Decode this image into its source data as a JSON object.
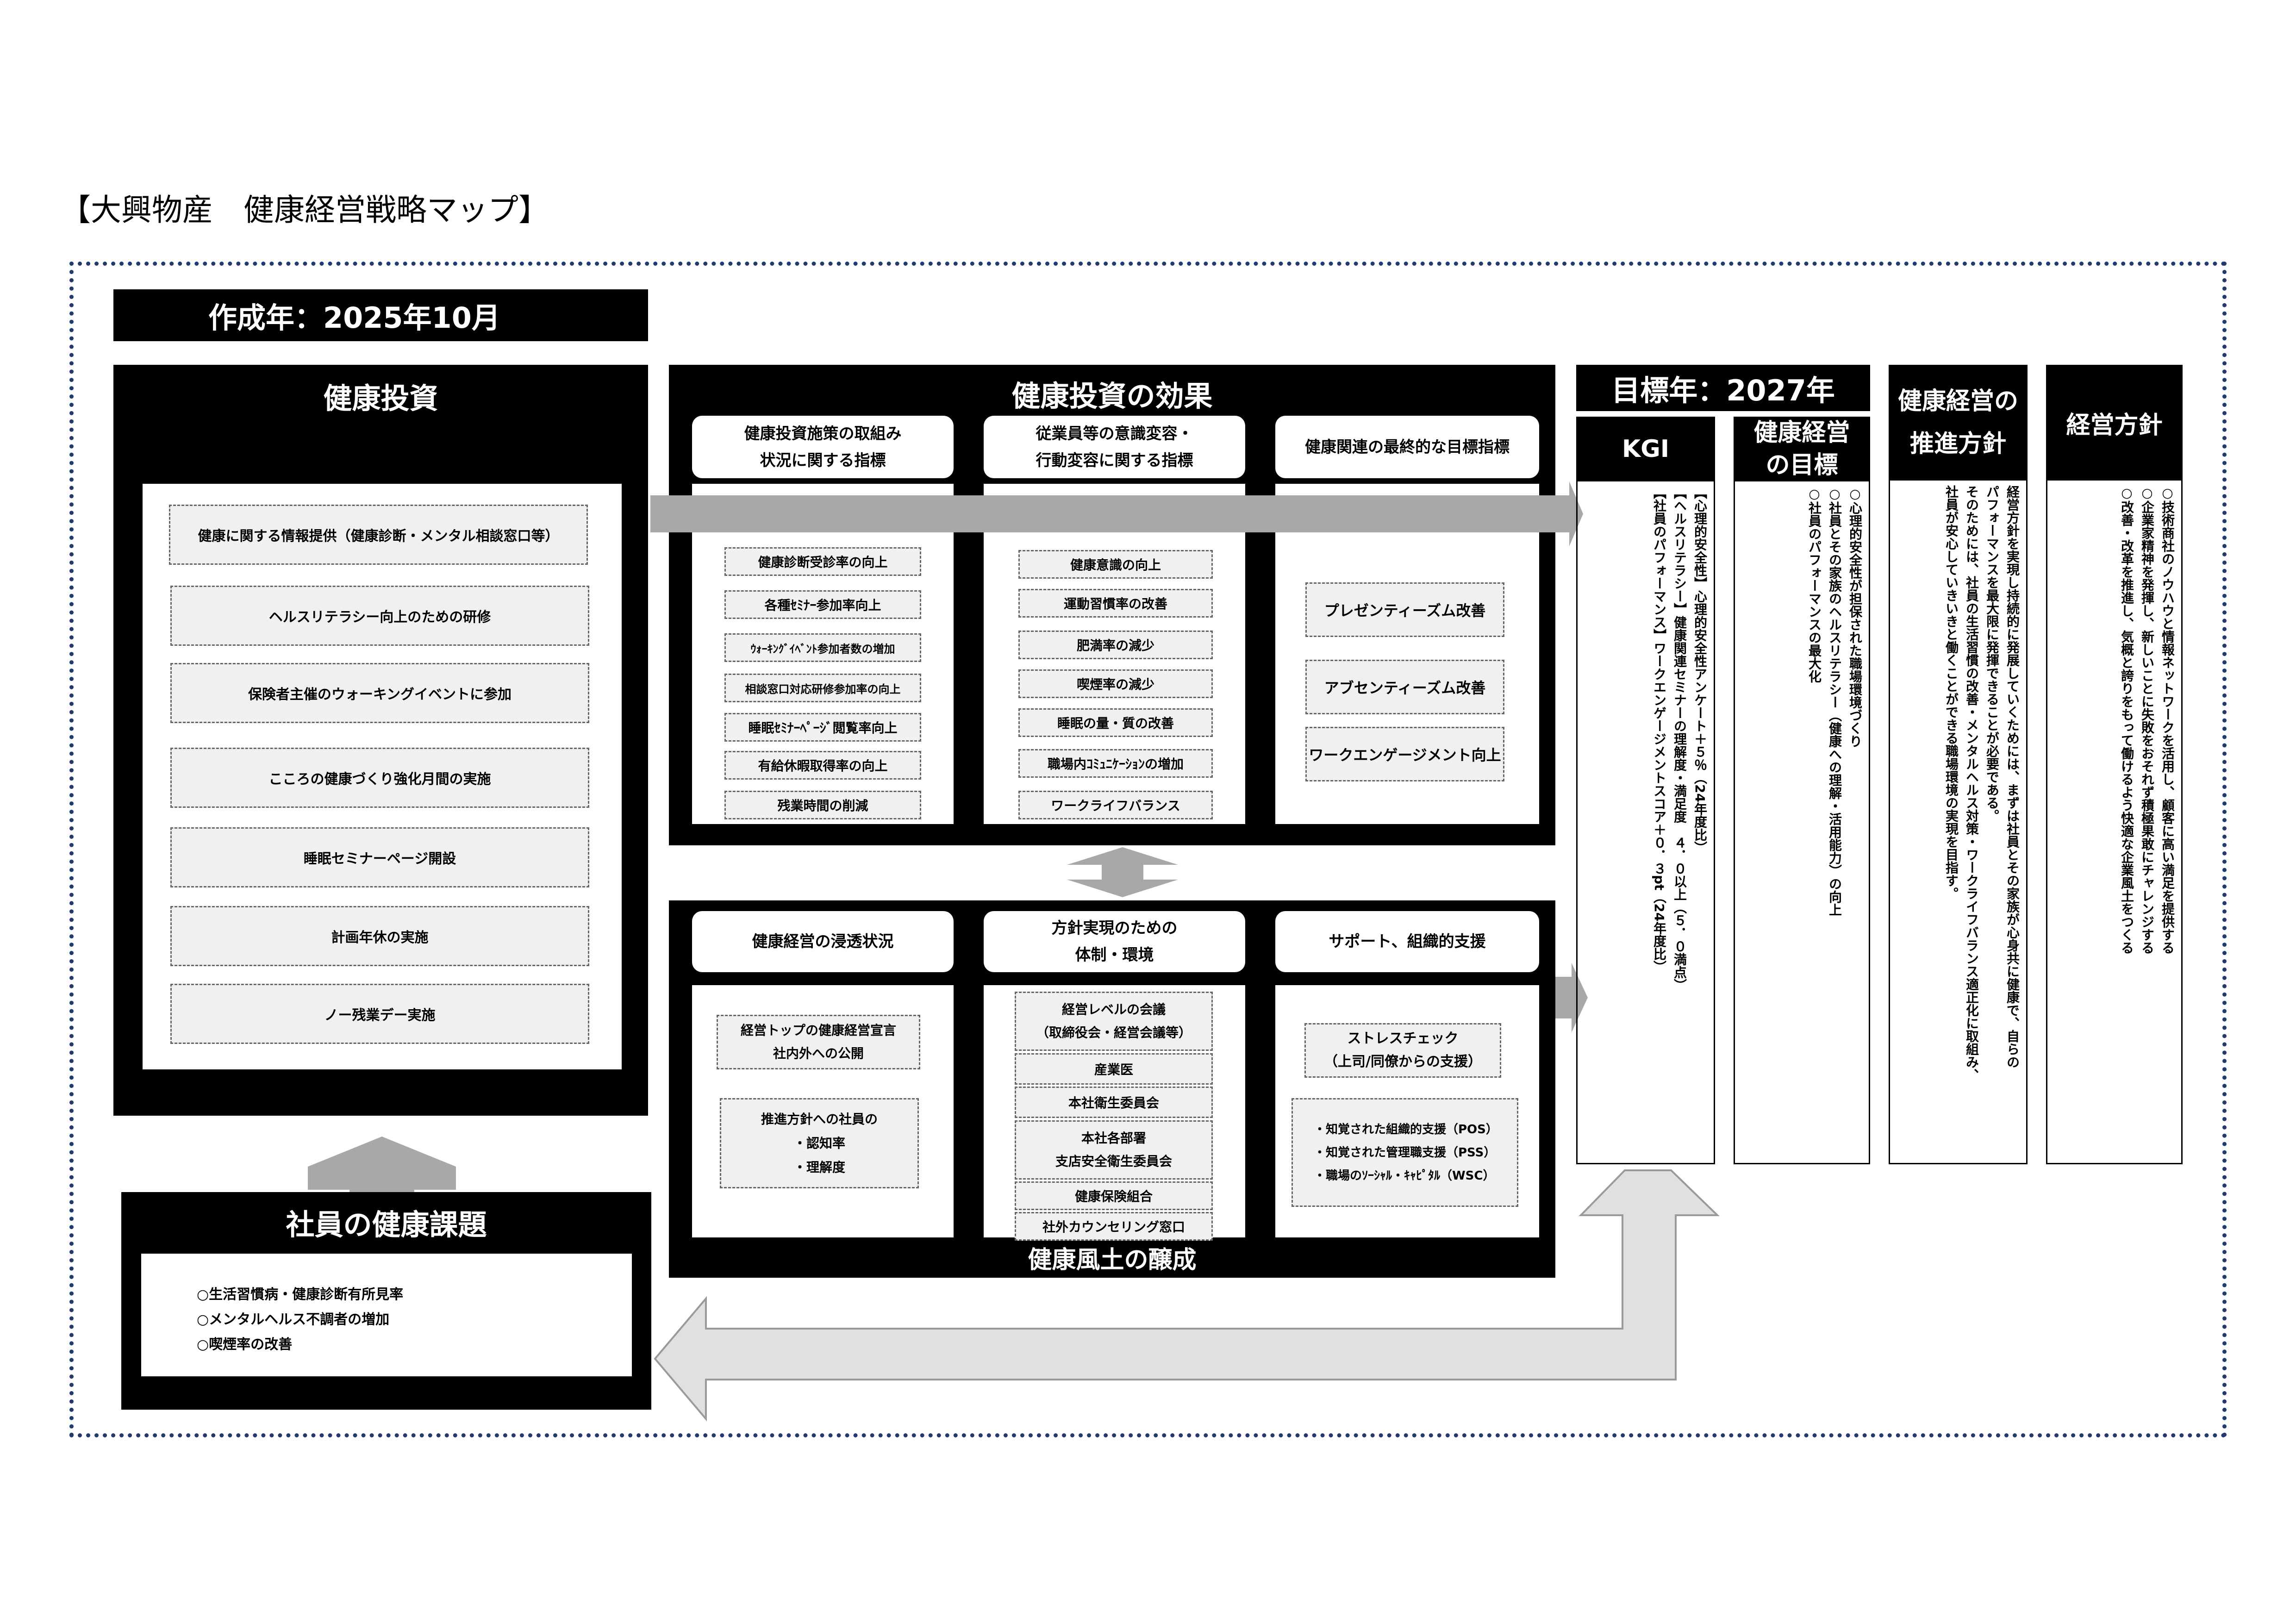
{
  "title": "【大興物産　健康経営戦略マップ】",
  "created": "作成年：2025年10月",
  "investment": {
    "title": "健康投資",
    "items": [
      "健康に関する情報提供（健康診断・メンタル相談窓口等）",
      "ヘルスリテラシー向上のための研修",
      "保険者主催のウォーキングイベントに参加",
      "こころの健康づくり強化月間の実施",
      "睡眠セミナーページ開設",
      "計画年休の実施",
      "ノー残業デー実施"
    ]
  },
  "issues": {
    "title": "社員の健康課題",
    "items": [
      "○生活習慣病・健康診断有所見率",
      "○メンタルヘルス不調者の増加",
      "○喫煙率の改善"
    ]
  },
  "effect": {
    "title": "健康投資の効果",
    "col1": {
      "header": [
        "健康投資施策の取組み",
        "状況に関する指標"
      ],
      "items": [
        "健康診断受診率の向上",
        "各種ｾﾐﾅｰ参加率向上",
        "ｳｫｰｷﾝｸﾞｲﾍﾞﾝﾄ参加者数の増加",
        "相談窓口対応研修参加率の向上",
        "睡眠ｾﾐﾅｰﾍﾟｰｼﾞ閲覧率向上",
        "有給休暇取得率の向上",
        "残業時間の削減"
      ]
    },
    "col2": {
      "header": [
        "従業員等の意識変容・",
        "行動変容に関する指標"
      ],
      "items": [
        "健康意識の向上",
        "運動習慣率の改善",
        "肥満率の減少",
        "喫煙率の減少",
        "睡眠の量・質の改善",
        "職場内ｺﾐｭﾆｹｰｼｮﾝの増加",
        "ワークライフバランス"
      ]
    },
    "col3": {
      "header": [
        "健康関連の最終的な目標指標"
      ],
      "items": [
        "プレゼンティーズム改善",
        "アブセンティーズム改善",
        "ワークエンゲージメント向上"
      ]
    }
  },
  "culture": {
    "title": "健康風土の醸成",
    "col1": {
      "header": [
        "健康経営の浸透状況"
      ],
      "items": [
        [
          "経営トップの健康経営宣言",
          "社内外への公開"
        ],
        [
          "推進方針への社員の",
          "・認知率",
          "・理解度"
        ]
      ]
    },
    "col2": {
      "header": [
        "方針実現のための",
        "体制・環境"
      ],
      "items": [
        [
          "経営レベルの会議",
          "（取締役会・経営会議等）"
        ],
        [
          "産業医"
        ],
        [
          "本社衛生委員会"
        ],
        [
          "本社各部署",
          "支店安全衛生委員会"
        ],
        [
          "健康保険組合"
        ],
        [
          "社外カウンセリング窓口"
        ]
      ]
    },
    "col3": {
      "header": [
        "サポート、組織的支援"
      ],
      "items": [
        [
          "ストレスチェック",
          "（上司/同僚からの支援）"
        ],
        [
          "・知覚された組織的支援（POS）",
          "・知覚された管理職支援（PSS）",
          "・職場のｿｰｼｬﾙ・ｷｬﾋﾟﾀﾙ（WSC）"
        ]
      ]
    }
  },
  "target_year": "目標年：2027年",
  "kgi": {
    "title": "KGI",
    "lines": [
      "【心理的安全性】心理的安全性アンケート＋５％（24年度比）",
      "【ヘルスリテラシー】健康関連セミナーの理解度・満足度　４．０以上（５．０満点）",
      "【社員のパフォーマンス】ワークエンゲージメントスコア＋０．３pt（24年度比）"
    ]
  },
  "goal": {
    "title": [
      "健康経営",
      "の目標"
    ],
    "lines": [
      "○心理的安全性が担保された職場環境づくり",
      "○社員とその家族のヘルスリテラシー（健康への理解・活用能力）の向上",
      "○社員のパフォーマンスの最大化"
    ]
  },
  "policy": {
    "title": [
      "健康経営の",
      "推進方針"
    ],
    "lines": [
      "経営方針を実現し持続的に発展していくためには、まずは社員とその家族が心身共に健康で、自らの",
      "パフォーマンスを最大限に発揮できることが必要である。",
      "そのためには、社員の生活習慣の改善・メンタルヘルス対策・ワークライフバランス適正化に取組み、",
      "社員が安心していきいきと働くことができる職場環境の実現を目指す。"
    ]
  },
  "mgmt": {
    "title": "経営方針",
    "lines": [
      "○技術商社のノウハウと情報ネットワークを活用し、顧客に高い満足を提供する",
      "○企業家精神を発揮し、新しいことに失敗をおそれず積極果敢にチャレンジする",
      "○改善・改革を推進し、気概と誇りをもって働けるよう快適な企業風土をつくる"
    ]
  }
}
